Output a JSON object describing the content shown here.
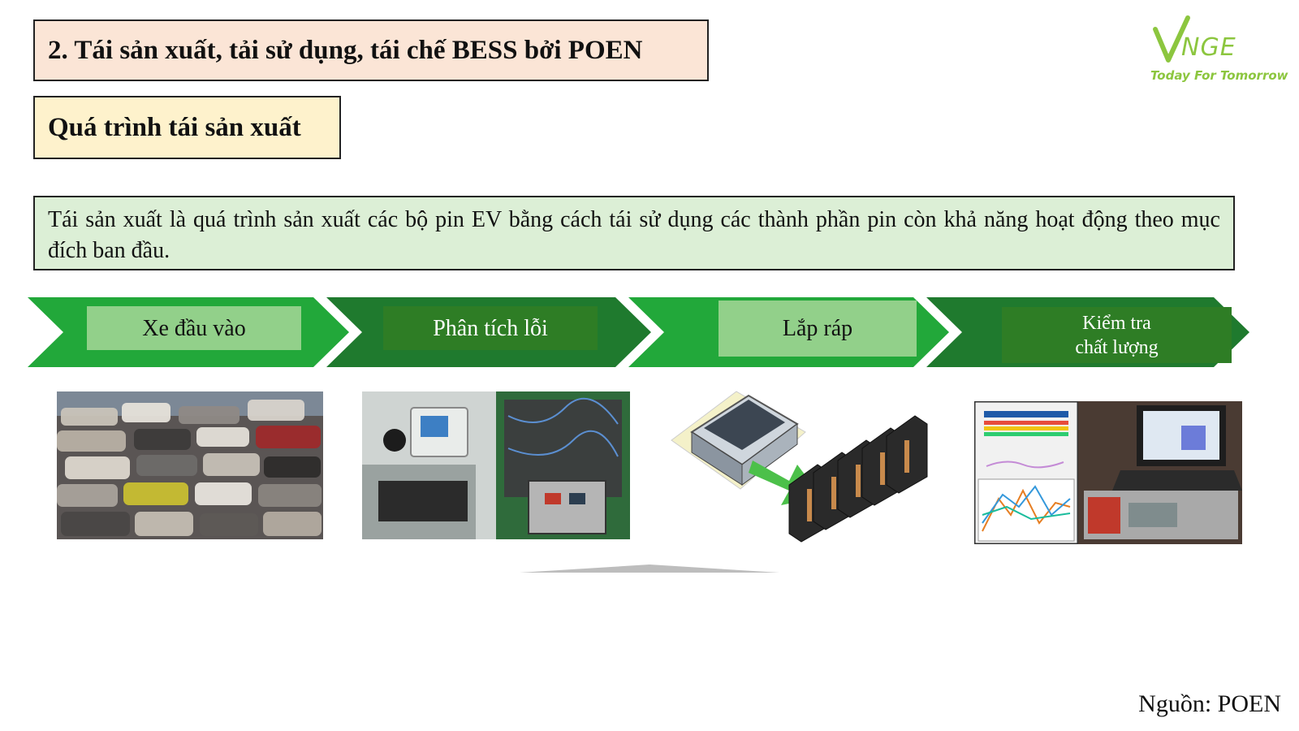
{
  "header": {
    "title": "2. Tái sản xuất, tải sử dụng, tái chế BESS bởi POEN",
    "subtitle": "Quá trình tái sản xuất"
  },
  "logo": {
    "mark_text": "VNGE",
    "tagline": "Today For Tomorrow"
  },
  "definition": {
    "text": "Tái sản xuất là quá trình sản xuất các bộ pin EV bằng cách tái sử dụng các thành phần pin còn khả năng hoạt động theo mục đích ban đầu."
  },
  "process": {
    "steps": [
      {
        "label": "Xe đầu vào",
        "image": "scrap-cars-photo"
      },
      {
        "label": "Phân tích lỗi",
        "image": "battery-diagnosis-photo"
      },
      {
        "label": "Lắp ráp",
        "image": "battery-module-assembly-illustration"
      },
      {
        "label": "Kiểm tra\nchất lượng",
        "image": "quality-testing-photo"
      }
    ]
  },
  "footer": {
    "source": "Nguồn: POEN"
  },
  "colors": {
    "title_bg": "#fbe5d6",
    "subtitle_bg": "#fef2cc",
    "definition_bg": "#dcefd6",
    "arrow_bright": "#22a83a",
    "arrow_dark": "#1f7a2e",
    "label_light": "#92d08a",
    "label_dark": "#2e7d25",
    "logo_green": "#8cc63f"
  }
}
